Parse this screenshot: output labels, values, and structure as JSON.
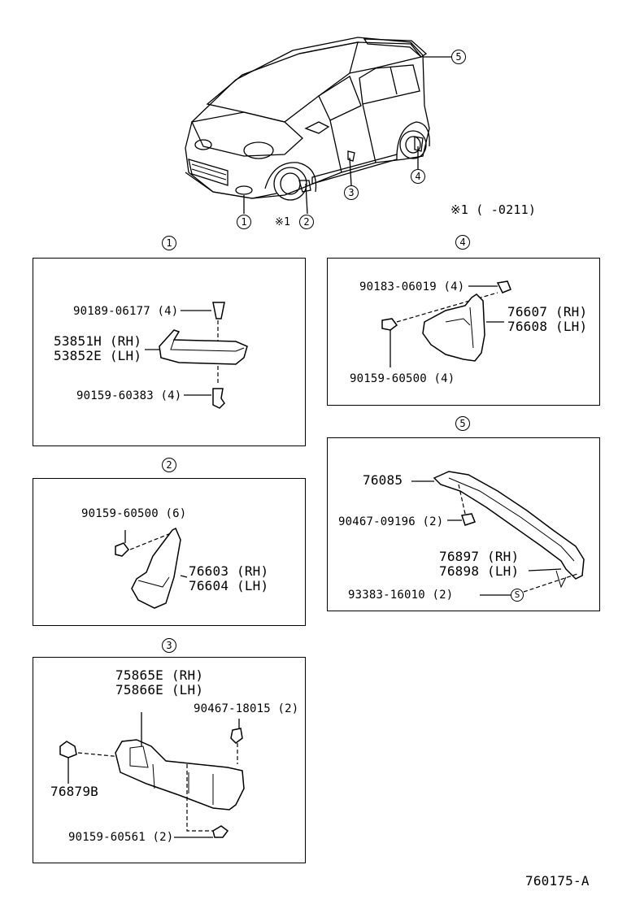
{
  "callouts": {
    "c1": "1",
    "c2": "2",
    "c3": "3",
    "c4": "4",
    "c5": "5",
    "note_mark": "※1"
  },
  "note": "※1 (      -0211)",
  "panels": {
    "p1": {
      "number": "1",
      "labels": {
        "clip": "90189-06177 (4)",
        "moulding_rh": "53851H (RH)",
        "moulding_lh": "53852E (LH)",
        "screw": "90159-60383 (4)"
      }
    },
    "p2": {
      "number": "2",
      "labels": {
        "screw": "90159-60500 (6)",
        "flap_rh": "76603 (RH)",
        "flap_lh": "76604 (LH)"
      }
    },
    "p3": {
      "number": "3",
      "labels": {
        "moulding_rh": "75865E (RH)",
        "moulding_lh": "75866E (LH)",
        "clip": "90467-18015 (2)",
        "cap": "76879B",
        "screw": "90159-60561 (2)"
      }
    },
    "p4": {
      "number": "4",
      "labels": {
        "nut": "90183-06019 (4)",
        "flap_rh": "76607 (RH)",
        "flap_lh": "76608 (LH)",
        "screw": "90159-60500 (4)"
      }
    },
    "p5": {
      "number": "5",
      "labels": {
        "spoiler": "76085",
        "clip": "90467-09196 (2)",
        "cover_rh": "76897 (RH)",
        "cover_lh": "76898 (LH)",
        "screw": "93383-16010 (2)",
        "s_mark": "S"
      }
    }
  },
  "diagram_code": "760175-A"
}
